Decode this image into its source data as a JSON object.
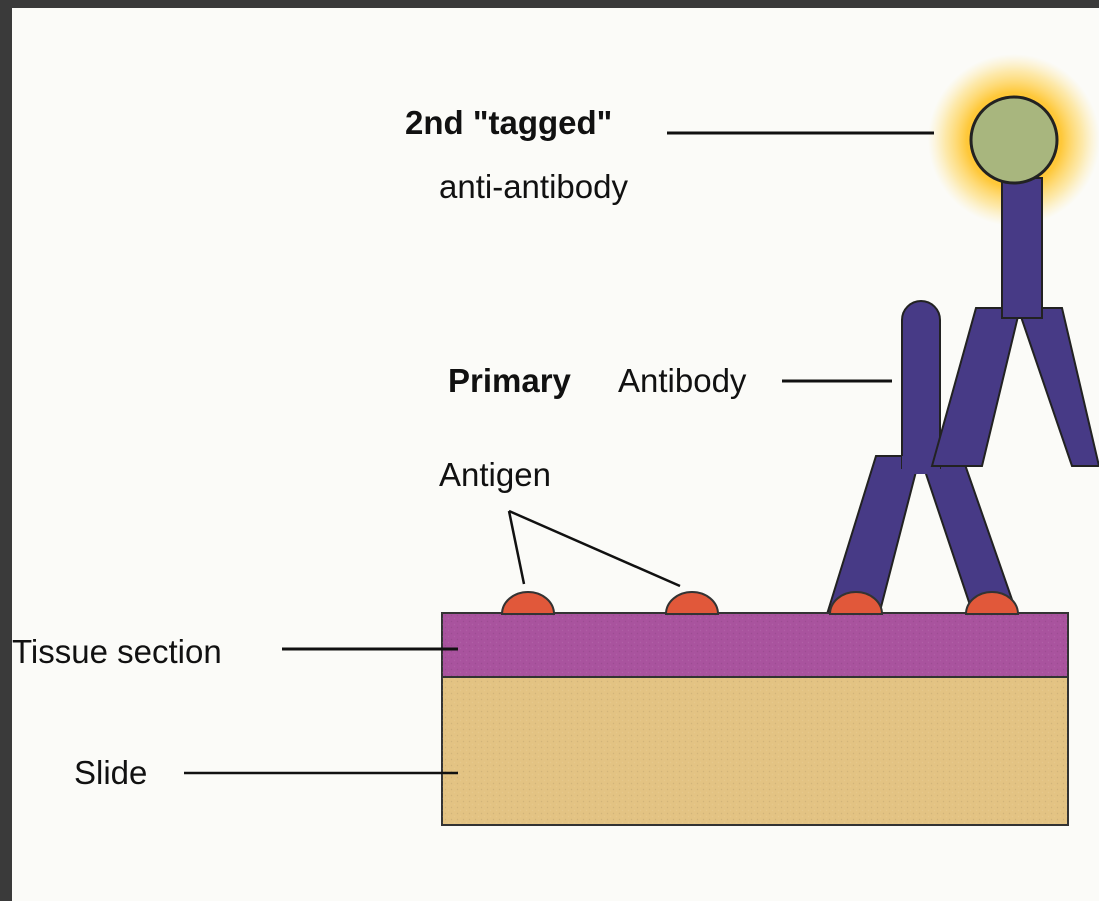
{
  "labels": {
    "tagged_title": "2nd \"tagged\"",
    "tagged_sub": "anti-antibody",
    "primary_bold": "Primary",
    "primary_rest": "Antibody",
    "antigen": "Antigen",
    "tissue": "Tissue section",
    "slide": "Slide"
  },
  "colors": {
    "slide": "#e3c383",
    "tissue": "#a9539e",
    "antigen": "#e1583a",
    "antibody": "#473a86",
    "tag_inner": "#a8b67e",
    "tag_glow": "#ffc224",
    "line": "#111111",
    "frame": "#3a3a3a",
    "background": "#fbfbf8"
  },
  "icons": {
    "antibody": "y-shaped-antibody",
    "tag": "glowing-fluorescent-tag"
  }
}
